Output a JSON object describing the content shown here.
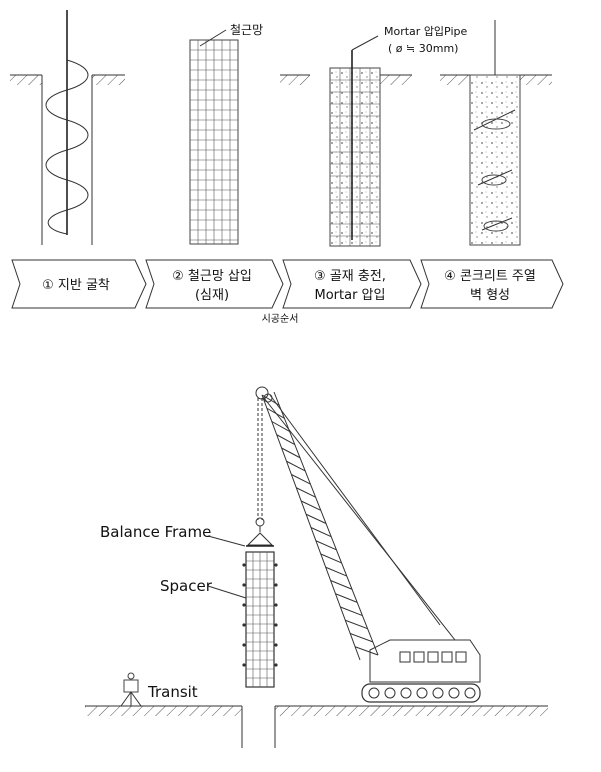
{
  "diagram": {
    "top_labels": {
      "mesh": "철근망",
      "pipe_line1": "Mortar 압입Pipe",
      "pipe_line2": "( ø ≒ 30mm)"
    },
    "steps": [
      {
        "lines": [
          "① 지반 굴착"
        ]
      },
      {
        "lines": [
          "② 철근망 삽입",
          "(심재)"
        ]
      },
      {
        "lines": [
          "③ 골재 충전,",
          "Mortar 압입"
        ]
      },
      {
        "lines": [
          "④ 콘크리트 주열",
          "벽 형성"
        ]
      }
    ],
    "caption": "시공순서",
    "lower_labels": {
      "balance_frame": "Balance Frame",
      "spacer": "Spacer",
      "transit": "Transit"
    }
  }
}
